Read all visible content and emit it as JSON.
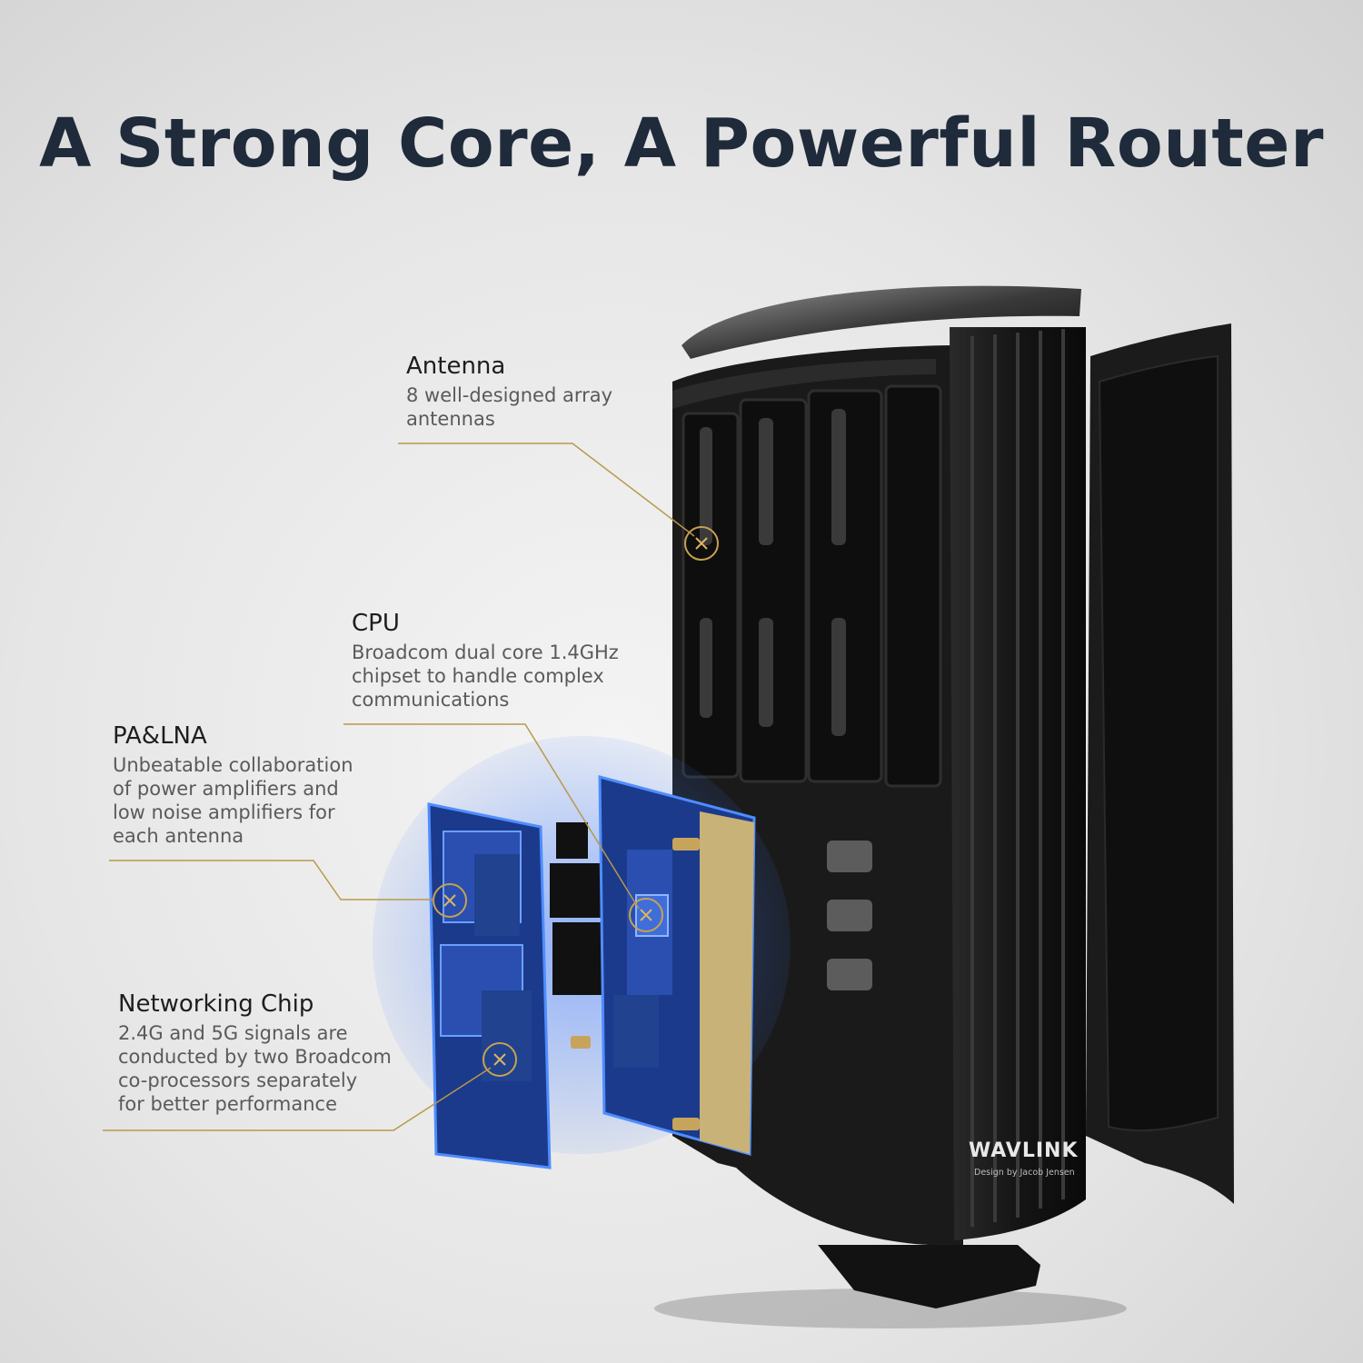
{
  "headline": "A Strong Core, A Powerful Router",
  "brand": {
    "logo": "WAVLINK",
    "credit": "Design by Jacob Jensen"
  },
  "colors": {
    "headline": "#1f2a3a",
    "leader": "#b8994a",
    "pcb": "#1b3a8c"
  },
  "callouts": [
    {
      "id": "antenna",
      "title": "Antenna",
      "lines": [
        "8 well-designed array",
        "antennas"
      ]
    },
    {
      "id": "cpu",
      "title": "CPU",
      "lines": [
        "Broadcom dual core 1.4GHz",
        "chipset to handle complex",
        "communications"
      ]
    },
    {
      "id": "pa-lna",
      "title": "PA&LNA",
      "lines": [
        "Unbeatable collaboration",
        "of power amplifiers and",
        "low noise amplifiers for",
        "each antenna"
      ]
    },
    {
      "id": "networking-chip",
      "title": "Networking Chip",
      "lines": [
        "2.4G and 5G signals are",
        "conducted by two Broadcom",
        "co-processors separately",
        "for better performance"
      ]
    }
  ]
}
